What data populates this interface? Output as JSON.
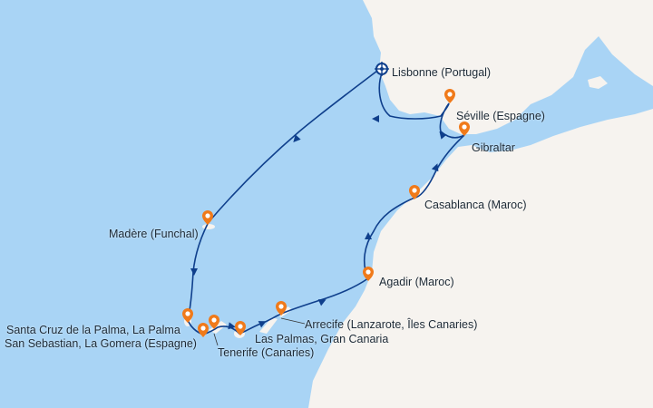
{
  "colors": {
    "sea": "#a9d4f5",
    "land": "#f6f3ef",
    "route": "#0f3f8c",
    "port_marker": "#f07a1a",
    "home_port_marker": "#0f3f8c"
  },
  "home_port": {
    "label": "Lisbonne (Portugal)",
    "icon": "ship-wheel-icon"
  },
  "ports": [
    {
      "label": "Séville (Espagne)",
      "icon": "map-pin-icon"
    },
    {
      "label": "Gibraltar",
      "icon": "map-pin-icon"
    },
    {
      "label": "Casablanca (Maroc)",
      "icon": "map-pin-icon"
    },
    {
      "label": "Agadir (Maroc)",
      "icon": "map-pin-icon"
    },
    {
      "label": "Arrecife (Lanzarote, Îles Canaries)",
      "icon": "map-pin-icon"
    },
    {
      "label": "Las Palmas, Gran Canaria",
      "icon": "map-pin-icon"
    },
    {
      "label": "Tenerife (Canaries)",
      "icon": "map-pin-icon"
    },
    {
      "label": "San Sebastian, La Gomera (Espagne)",
      "icon": "map-pin-icon"
    },
    {
      "label": "Santa Cruz de la Palma, La Palma",
      "icon": "map-pin-icon"
    },
    {
      "label": "Madère (Funchal)",
      "icon": "map-pin-icon"
    }
  ]
}
